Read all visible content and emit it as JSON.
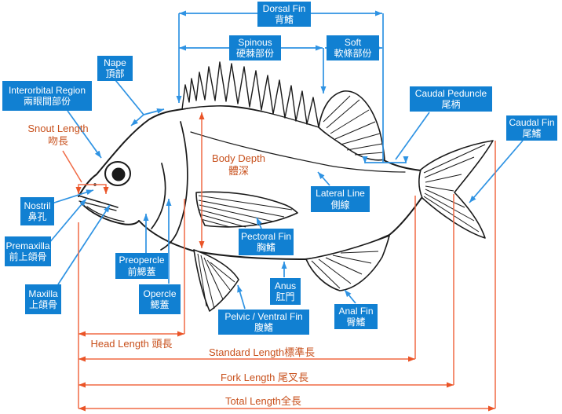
{
  "colors": {
    "label_box_blue": "#1180d2",
    "callout_blue": "#2f93e3",
    "measure_orange_line": "#f06a45",
    "measure_orange_arrow": "#ea5427",
    "measure_text_orange": "#c8511d",
    "ink": "#1a1a1a"
  },
  "labels": {
    "interorbital": {
      "en": "Interorbital Region",
      "zh": "兩眼間部份"
    },
    "nape": {
      "en": "Nape",
      "zh": "頂部"
    },
    "dorsal_fin": {
      "en": "Dorsal Fin",
      "zh": "背鰭"
    },
    "spinous": {
      "en": "Spinous",
      "zh": "硬棘部份"
    },
    "soft": {
      "en": "Soft",
      "zh": "軟條部份"
    },
    "caudal_peduncle": {
      "en": "Caudal Peduncle",
      "zh": "尾柄"
    },
    "caudal_fin": {
      "en": "Caudal Fin",
      "zh": "尾鰭"
    },
    "lateral_line": {
      "en": "Lateral Line",
      "zh": "側線"
    },
    "nostril": {
      "en": "Nostril",
      "zh": "鼻孔"
    },
    "premaxilla": {
      "en": "Premaxilla",
      "zh": "前上頜骨"
    },
    "maxilla": {
      "en": "Maxilla",
      "zh": "上頜骨"
    },
    "preopercle": {
      "en": "Preopercle",
      "zh": "前鰓蓋"
    },
    "opercle": {
      "en": "Opercle",
      "zh": "鰓蓋"
    },
    "pectoral_fin": {
      "en": "Pectoral Fin",
      "zh": "胸鰭"
    },
    "anus": {
      "en": "Anus",
      "zh": "肛門"
    },
    "pelvic_fin": {
      "en": "Pelvic / Ventral Fin",
      "zh": "腹鰭"
    },
    "anal_fin": {
      "en": "Anal Fin",
      "zh": "臀鰭"
    }
  },
  "measurements": {
    "snout_length": {
      "en": "Snout  Length",
      "zh": "吻長"
    },
    "body_depth": {
      "en": "Body Depth",
      "zh": "體深"
    },
    "head_length": {
      "text": "Head Length 頭長"
    },
    "standard_length": {
      "text": "Standard Length標準長"
    },
    "fork_length": {
      "text": "Fork Length 尾叉長"
    },
    "total_length": {
      "text": "Total Length全長"
    }
  }
}
